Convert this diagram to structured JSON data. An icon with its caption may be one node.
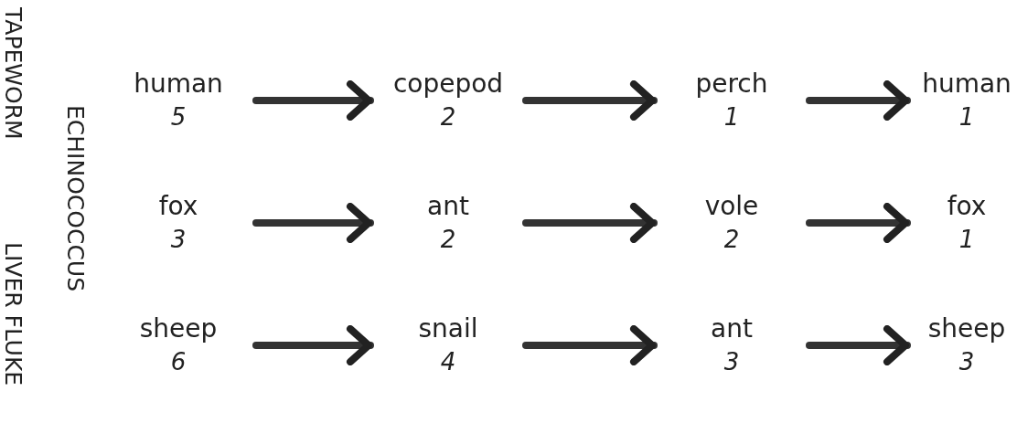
{
  "diagram": {
    "nodes": [
      {
        "text": [
          "human",
          "5"
        ]
      },
      {
        "text": [
          "copepod",
          "2"
        ]
      },
      {
        "text": [
          "perch",
          "1"
        ]
      },
      {
        "text": [
          "human",
          "1"
        ]
      },
      {
        "text": [
          "fox",
          "3"
        ]
      },
      {
        "text": [
          "ant",
          "2"
        ]
      },
      {
        "text": [
          "vole",
          "2"
        ]
      },
      {
        "text": [
          "fox",
          "1"
        ]
      },
      {
        "text": [
          "sheep",
          "6"
        ]
      },
      {
        "text": [
          "snail",
          "4"
        ]
      },
      {
        "text": [
          "ant",
          "3"
        ]
      },
      {
        "text": [
          "sheep",
          "3"
        ]
      }
    ],
    "edges": [
      {
        "from": 0,
        "to": 1,
        "arrow": "to"
      },
      {
        "from": 1,
        "to": 2,
        "arrow": "to"
      },
      {
        "from": 2,
        "to": 3,
        "arrow": "to"
      },
      {
        "from": 4,
        "to": 5,
        "arrow": "to"
      },
      {
        "from": 5,
        "to": 6,
        "arrow": "to"
      },
      {
        "from": 6,
        "to": 7,
        "arrow": "to"
      },
      {
        "from": 8,
        "to": 9,
        "arrow": "to"
      },
      {
        "from": 9,
        "to": 10,
        "arrow": "to"
      },
      {
        "from": 10,
        "to": 11,
        "arrow": "to"
      }
    ],
    "labels": [
      "TAPEWORM",
      "ECHINOCOCCUS",
      "LIVER FLUKE"
    ]
  }
}
